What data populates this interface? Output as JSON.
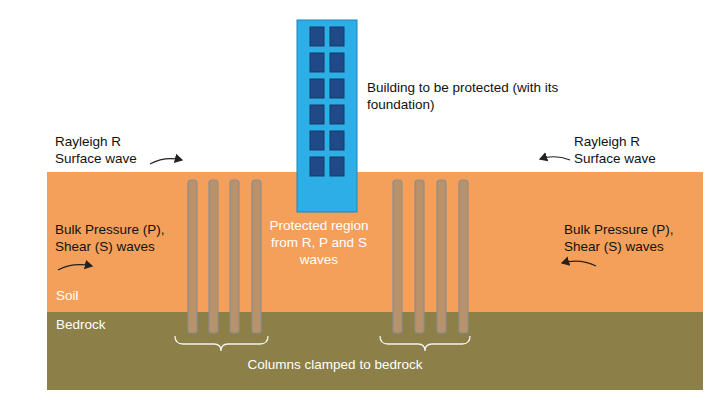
{
  "diagram": {
    "nodes": [
      {
        "text": [
          "Soil"
        ]
      },
      {
        "text": [
          "Bedrock"
        ]
      }
    ],
    "labels": [
      "Building to be protected (with its foundation)",
      "Rayleigh R Surface wave",
      "Rayleigh R Surface wave",
      "Bulk Pressure (P), Shear (S) waves",
      "Bulk Pressure (P), Shear (S) waves",
      "Protected region from R, P and S waves",
      "Columns clamped to bedrock"
    ]
  }
}
